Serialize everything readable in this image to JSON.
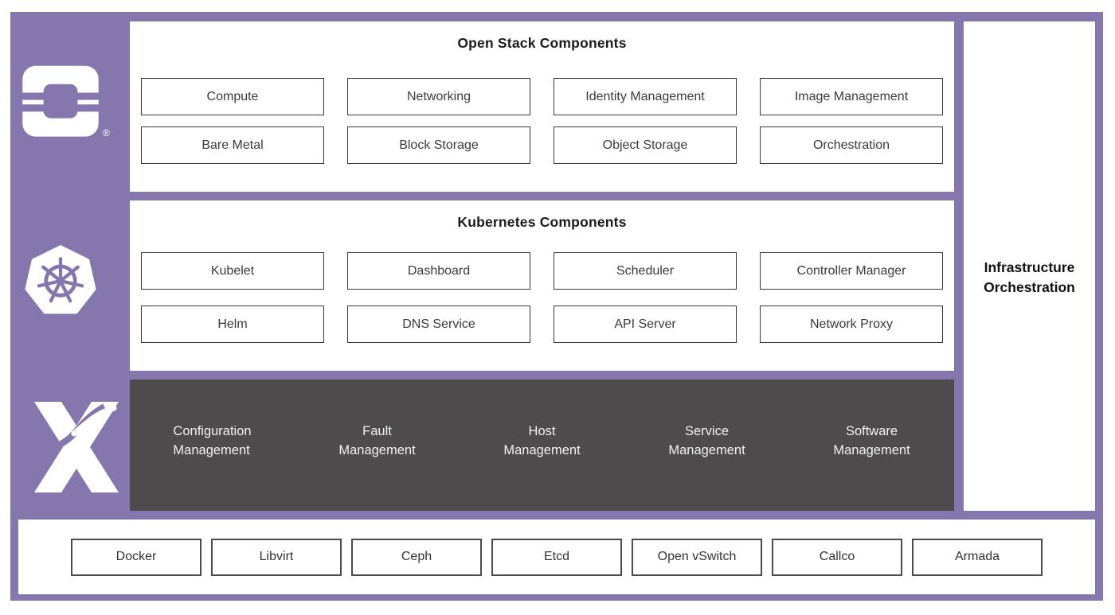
{
  "colors": {
    "frame_purple": "#8577AD",
    "services_band": "#4D4B4B",
    "panel_background": "#FFFFFF",
    "box_border": "#383838",
    "title_text": "#1B1B1B",
    "services_text": "#F3F2F2"
  },
  "left_rail": {
    "registered_mark": "®",
    "icons": [
      "openstack-logo",
      "kubernetes-logo",
      "starlingx-logo"
    ]
  },
  "openstack": {
    "title": "Open Stack Components",
    "rows": [
      [
        "Compute",
        "Networking",
        "Identity Management",
        "Image Management"
      ],
      [
        "Bare Metal",
        "Block Storage",
        "Object Storage",
        "Orchestration"
      ]
    ]
  },
  "kubernetes": {
    "title": "Kubernetes Components",
    "rows": [
      [
        "Kubelet",
        "Dashboard",
        "Scheduler",
        "Controller Manager"
      ],
      [
        "Helm",
        "DNS Service",
        "API Server",
        "Network Proxy"
      ]
    ]
  },
  "services": {
    "items": [
      {
        "l1": "Configuration",
        "l2": "Management"
      },
      {
        "l1": "Fault",
        "l2": "Management"
      },
      {
        "l1": "Host",
        "l2": "Management"
      },
      {
        "l1": "Service",
        "l2": "Management"
      },
      {
        "l1": "Software",
        "l2": "Management"
      }
    ]
  },
  "right_panel": {
    "line1": "Infrastructure",
    "line2": "Orchestration"
  },
  "bottom": {
    "items": [
      "Docker",
      "Libvirt",
      "Ceph",
      "Etcd",
      "Open vSwitch",
      "Callco",
      "Armada"
    ]
  }
}
